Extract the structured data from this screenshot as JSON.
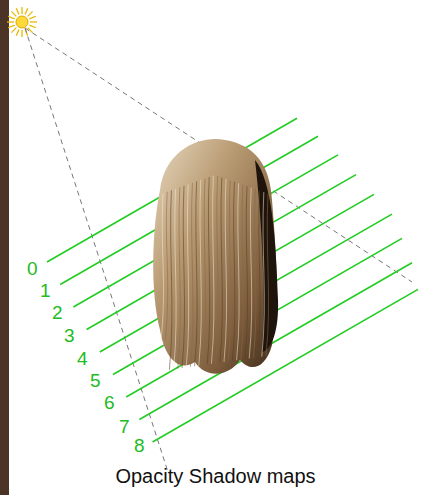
{
  "diagram": {
    "caption": "Opacity Shadow maps",
    "labels": [
      "0",
      "1",
      "2",
      "3",
      "4",
      "5",
      "6",
      "7",
      "8"
    ]
  }
}
